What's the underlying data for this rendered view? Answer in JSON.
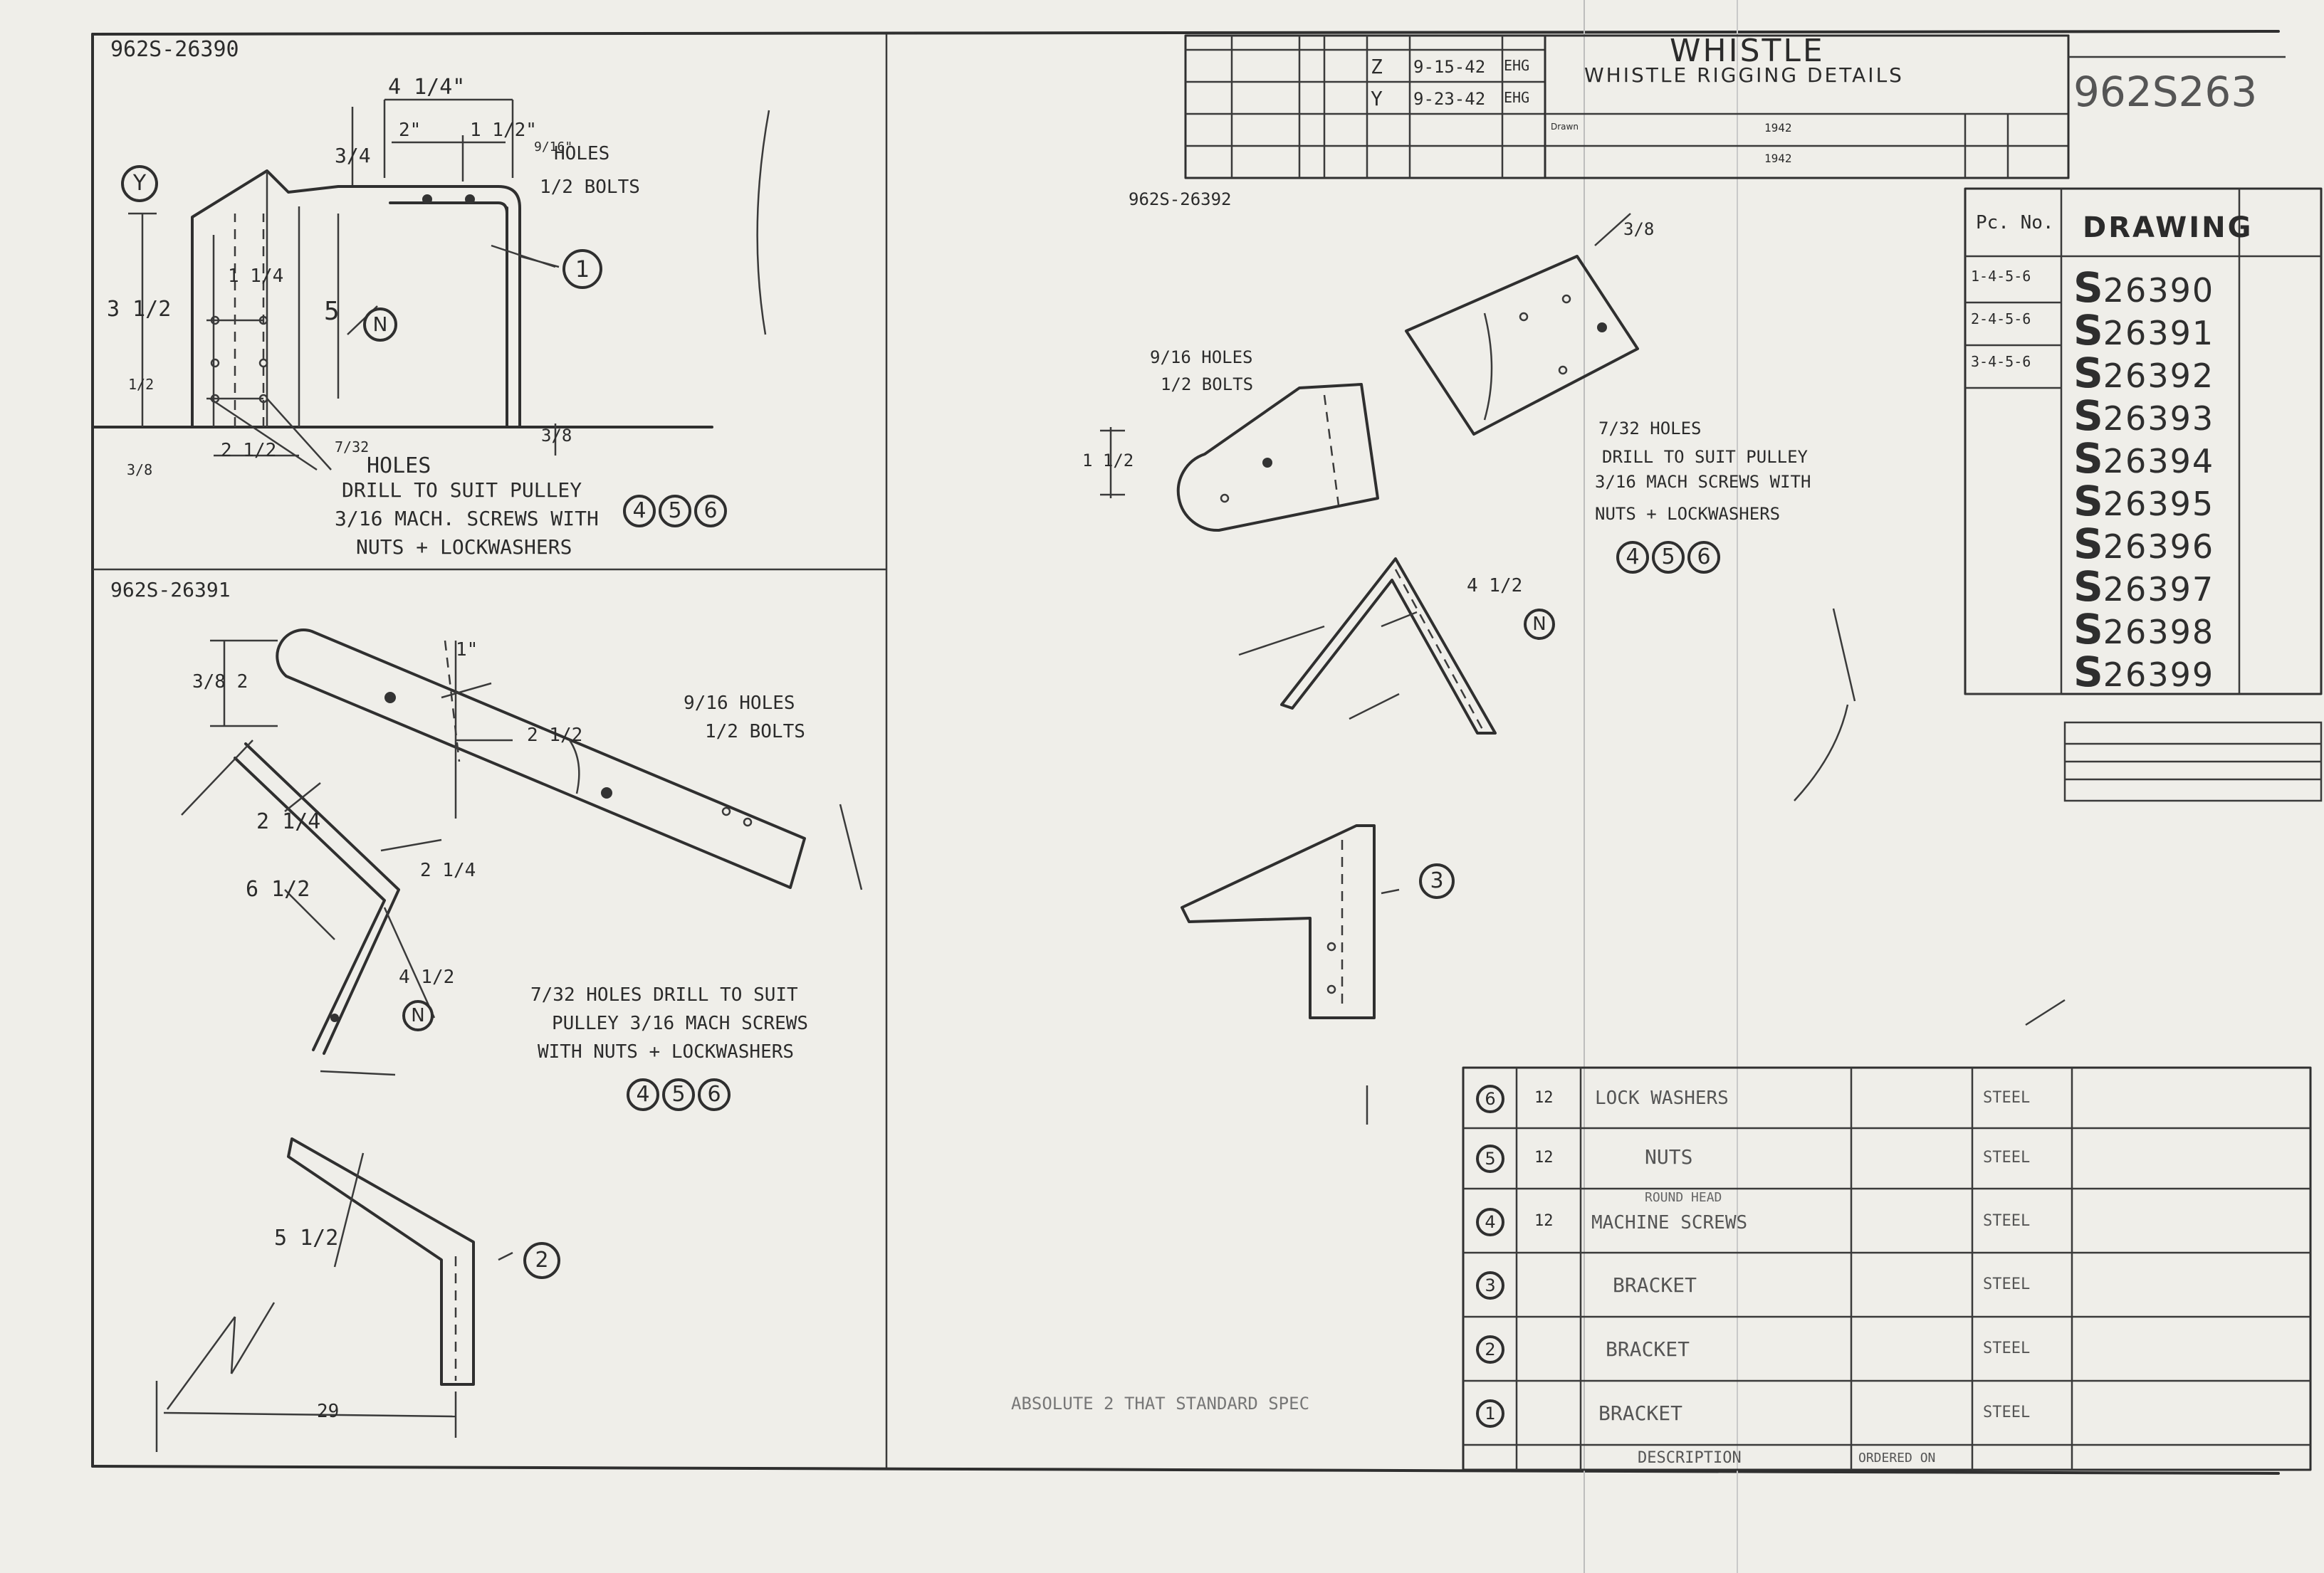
{
  "title_block": {
    "title": "WHISTLE",
    "subtitle": "WHISTLE RIGGING DETAILS",
    "drawing_number": "962S263",
    "drawing_label": "DRAWING",
    "pc_no_label": "Pc. No.",
    "revisions": [
      {
        "letter": "Z",
        "date": "9-15-42",
        "initials": "EHG"
      },
      {
        "letter": "Y",
        "date": "9-23-42",
        "initials": "EHG"
      }
    ],
    "drawn_label": "Drawn",
    "drawn_year": "1942",
    "checked_year": "1942"
  },
  "drawing_index": [
    {
      "pc": "1-4-5-6",
      "number": "26390"
    },
    {
      "pc": "2-4-5-6",
      "number": "26391"
    },
    {
      "pc": "3-4-5-6",
      "number": "26392"
    },
    {
      "pc": "",
      "number": "26393"
    },
    {
      "pc": "",
      "number": "26394"
    },
    {
      "pc": "",
      "number": "26395"
    },
    {
      "pc": "",
      "number": "26396"
    },
    {
      "pc": "",
      "number": "26397"
    },
    {
      "pc": "",
      "number": "26398"
    },
    {
      "pc": "",
      "number": "26399"
    }
  ],
  "views": {
    "view1": {
      "number": "962S-26390",
      "holes_note_fraction": "9/16\"",
      "holes_note": "HOLES",
      "bolts_note": "1/2 BOLTS",
      "dims": [
        "4 1/4\"",
        "3/4",
        "2\"",
        "1 1/2\"",
        "3 1/2",
        "1 1/4",
        "5",
        "2 1/2",
        "3/8",
        "1/2",
        "3/8"
      ],
      "drill_note_frac": "7/32",
      "drill_note_1": "HOLES",
      "drill_note_2": "DRILL TO SUIT PULLEY",
      "drill_note_3": "3/16 MACH. SCREWS WITH",
      "drill_note_4": "NUTS + LOCKWASHERS",
      "rev_y": "Y",
      "rev_n": "N",
      "piece": "1"
    },
    "view2": {
      "number": "962S-26391",
      "holes_note": "9/16 HOLES",
      "bolts_note": "1/2 BOLTS",
      "dims": [
        "3/8 2",
        "1\"",
        "2 1/2",
        "2 1/4",
        "6 1/2",
        "2 1/4",
        "4 1/2",
        "5 1/2",
        "29"
      ],
      "drill_note_1": "7/32 HOLES DRILL TO SUIT",
      "drill_note_2": "PULLEY 3/16 MACH SCREWS",
      "drill_note_3": "WITH NUTS + LOCKWASHERS",
      "rev_n": "N",
      "piece": "2"
    },
    "view3": {
      "number": "962S-26392",
      "holes_note": "9/16 HOLES",
      "bolts_note": "1/2 BOLTS",
      "dims": [
        "3/8",
        "1 1/2",
        "4 1/2"
      ],
      "drill_note_1": "7/32 HOLES",
      "drill_note_2": "DRILL TO SUIT PULLEY",
      "drill_note_3": "3/16 MACH SCREWS WITH",
      "drill_note_4": "NUTS + LOCKWASHERS",
      "rev_n": "N",
      "piece": "3"
    }
  },
  "piece_refs": [
    "4",
    "5",
    "6"
  ],
  "bom": {
    "rows": [
      {
        "no": "6",
        "qty": "12",
        "desc": "LOCK WASHERS",
        "material": "STEEL"
      },
      {
        "no": "5",
        "qty": "12",
        "desc": "NUTS",
        "material": "STEEL"
      },
      {
        "no": "4",
        "qty": "12",
        "desc": "MACHINE SCREWS",
        "desc_note": "ROUND HEAD",
        "material": "STEEL"
      },
      {
        "no": "3",
        "qty": "",
        "desc": "BRACKET",
        "material": "STEEL"
      },
      {
        "no": "2",
        "qty": "",
        "desc": "BRACKET",
        "material": "STEEL"
      },
      {
        "no": "1",
        "qty": "",
        "desc": "BRACKET",
        "material": "STEEL"
      }
    ],
    "footer_desc": "DESCRIPTION",
    "footer_ordered": "ORDERED ON"
  },
  "bottom_note": "ABSOLUTE 2 THAT STANDARD SPEC"
}
